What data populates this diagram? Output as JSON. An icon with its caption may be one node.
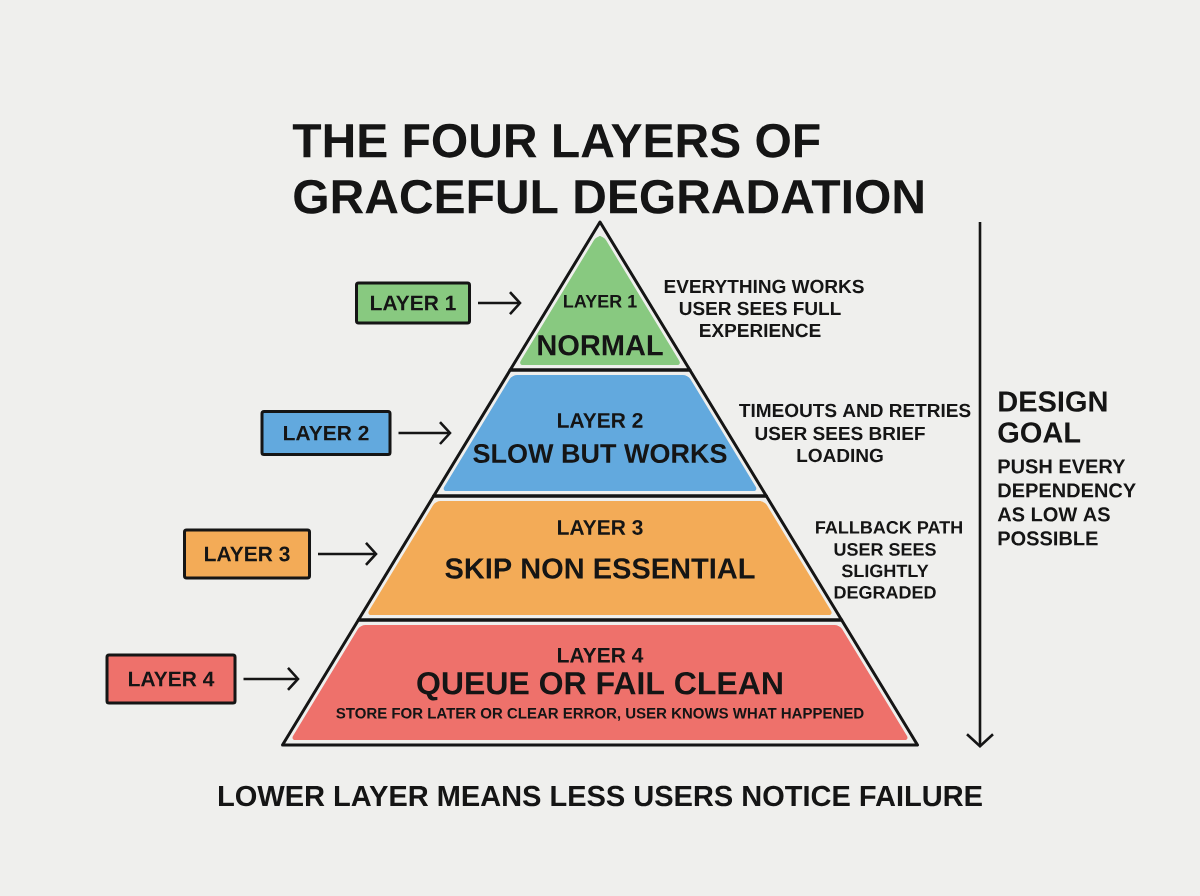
{
  "diagram": {
    "title": "THE FOUR LAYERS OF GRACEFUL DEGRADATION",
    "caption": "LOWER LAYER MEANS LESS USERS NOTICE FAILURE",
    "nodes": [
      {
        "text": [
          "LAYER 1"
        ]
      },
      {
        "text": [
          "LAYER 1",
          "NORMAL"
        ],
        "beside": [
          "EVERYTHING WORKS",
          "USER SEES FULL EXPERIENCE"
        ]
      },
      {
        "text": [
          "LAYER 2"
        ]
      },
      {
        "text": [
          "LAYER 2",
          "SLOW BUT WORKS"
        ],
        "beside": [
          "TIMEOUTS AND RETRIES",
          "USER SEES BRIEF LOADING"
        ]
      },
      {
        "text": [
          "LAYER 3"
        ]
      },
      {
        "text": [
          "LAYER 3",
          "SKIP NON ESSENTIAL"
        ],
        "beside": [
          "FALLBACK PATH",
          "USER SEES SLIGHTLY DEGRADED"
        ]
      },
      {
        "text": [
          "LAYER 4"
        ]
      },
      {
        "text": [
          "LAYER 4",
          "QUEUE OR FAIL CLEAN",
          "STORE FOR LATER OR CLEAR ERROR, USER KNOWS WHAT HAPPENED"
        ]
      }
    ],
    "edges": [
      {
        "from": 0,
        "to": 1,
        "arrow": "to"
      },
      {
        "from": 2,
        "to": 3,
        "arrow": "to"
      },
      {
        "from": 4,
        "to": 5,
        "arrow": "to"
      },
      {
        "from": 6,
        "to": 7,
        "arrow": "to"
      }
    ],
    "labels": [
      "DESIGN GOAL",
      "PUSH EVERY DEPENDENCY AS LOW AS POSSIBLE"
    ]
  }
}
